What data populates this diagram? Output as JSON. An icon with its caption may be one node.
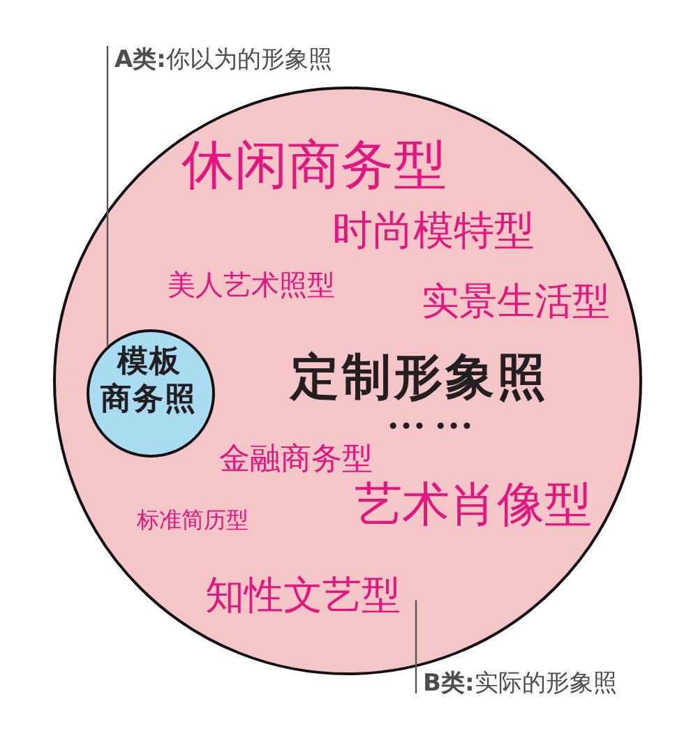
{
  "diagram": {
    "nodes": [
      {
        "text": [
          "**A类:**你以为的形象照"
        ]
      },
      {
        "text": [
          "休闲商务型",
          "时尚模特型",
          "美人艺术照型",
          "实景生活型",
          "定制形象照",
          "……",
          "金融商务型",
          "标准简历型",
          "艺术肖像型",
          "知性文艺型"
        ]
      },
      {
        "text": [
          "模板商务照"
        ],
        "in": 1
      },
      {
        "text": [
          "**B类:**实际的形象照"
        ]
      }
    ],
    "edges": [
      {
        "from": 0,
        "to": 2,
        "arrow": "none"
      },
      {
        "from": 3,
        "to": 1,
        "arrow": "none"
      }
    ]
  }
}
